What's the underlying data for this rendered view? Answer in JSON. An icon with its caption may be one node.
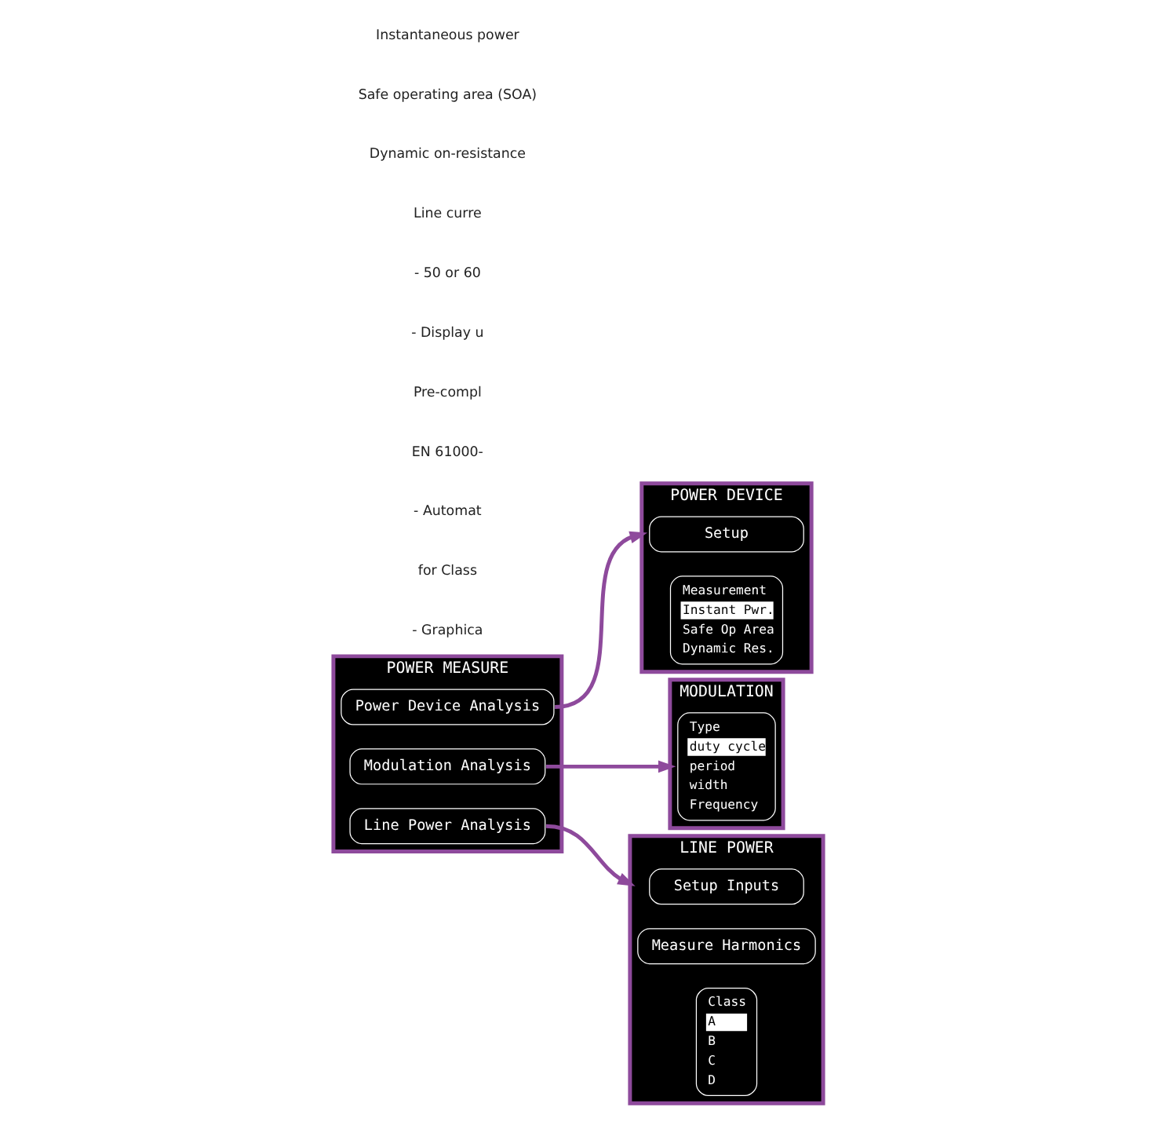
{
  "diagram": {
    "nodes": [
      {
        "text": [
          "POWER MEASURE"
        ]
      },
      {
        "text": [
          "Power Device Analysis"
        ],
        "in": 0
      },
      {
        "text": [
          "Modulation Analysis"
        ],
        "in": 0
      },
      {
        "text": [
          "Line Power Analysis"
        ],
        "in": 0
      },
      {
        "text": [
          "POWER DEVICE"
        ]
      },
      {
        "text": [
          "Setup"
        ],
        "in": 4
      },
      {
        "text": [
          "Measurement",
          "Instant Pwr.",
          "Safe Op Area",
          "Dynamic Res."
        ],
        "in": 4
      },
      {
        "text": [
          "MODULATION"
        ]
      },
      {
        "text": [
          "Type",
          "duty cycle",
          "period",
          "width",
          "Frequency"
        ],
        "in": 7
      },
      {
        "text": [
          "LINE POWER"
        ]
      },
      {
        "text": [
          "Setup Inputs"
        ],
        "in": 9
      },
      {
        "text": [
          "Measure Harmonics"
        ],
        "in": 9
      },
      {
        "text": [
          "Class",
          "A",
          "B",
          "C",
          "D"
        ],
        "in": 9
      }
    ],
    "edges": [
      {
        "from": 1,
        "to": 4,
        "arrow": "to"
      },
      {
        "from": 2,
        "to": 7,
        "arrow": "to"
      },
      {
        "from": 3,
        "to": 9,
        "arrow": "to"
      }
    ],
    "labels": [
      "Instantaneous power",
      "Safe operating area (SOA)",
      "Dynamic on-resistance",
      "Line curre",
      "- 50 or 60",
      "- Display u",
      "Pre-compl",
      "EN 61000-",
      "- Automat",
      "for Class",
      "- Graphica"
    ]
  }
}
